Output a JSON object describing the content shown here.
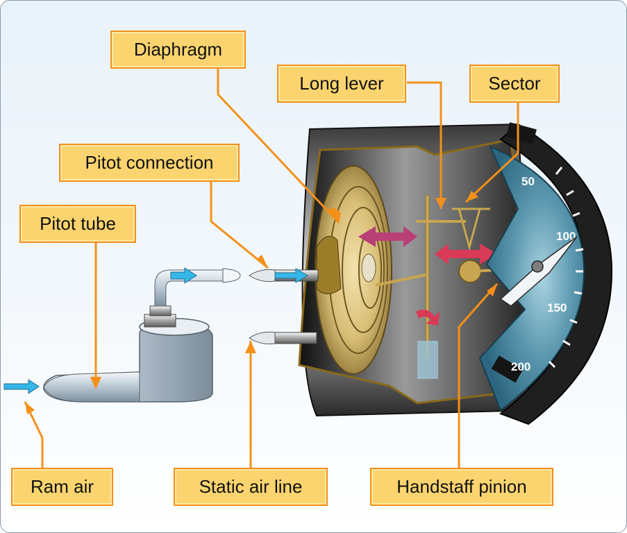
{
  "labels": {
    "diaphragm": "Diaphragm",
    "long_lever": "Long lever",
    "sector": "Sector",
    "pitot_connection": "Pitot connection",
    "pitot_tube": "Pitot tube",
    "ram_air": "Ram air",
    "static_air_line": "Static air line",
    "handstaff_pinion": "Handstaff pinion"
  },
  "dial": {
    "numbers": [
      "50",
      "100",
      "150",
      "200"
    ]
  },
  "colors": {
    "label_fill": "#fbd46f",
    "label_border": "#f3901a",
    "leader_line": "#f3901a",
    "dial_face": "#3f7d96",
    "air_arrow": "#37b6e8",
    "motion_arrow": "#d93a57"
  }
}
